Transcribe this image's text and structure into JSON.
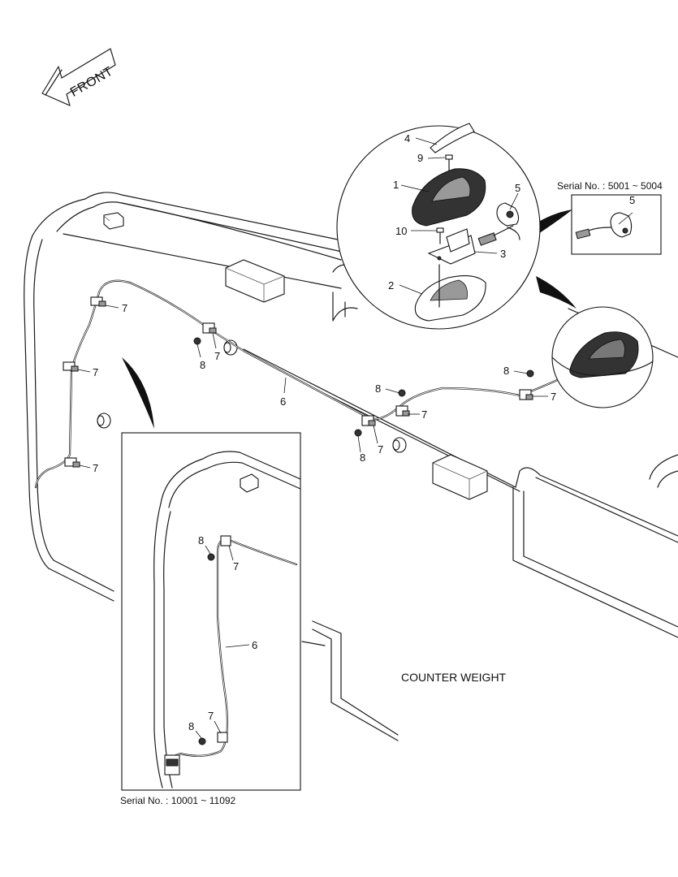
{
  "direction_label": "FRONT",
  "part_labels": {
    "p1": "1",
    "p2": "2",
    "p3": "3",
    "p4": "4",
    "p5": "5",
    "p6": "6",
    "p7": "7",
    "p8": "8",
    "p9": "9",
    "p10": "10"
  },
  "serial_top": "Serial No. : 5001 ~ 5004",
  "serial_bottom": "Serial No. : 10001 ~ 11092",
  "section_label": "COUNTER WEIGHT"
}
